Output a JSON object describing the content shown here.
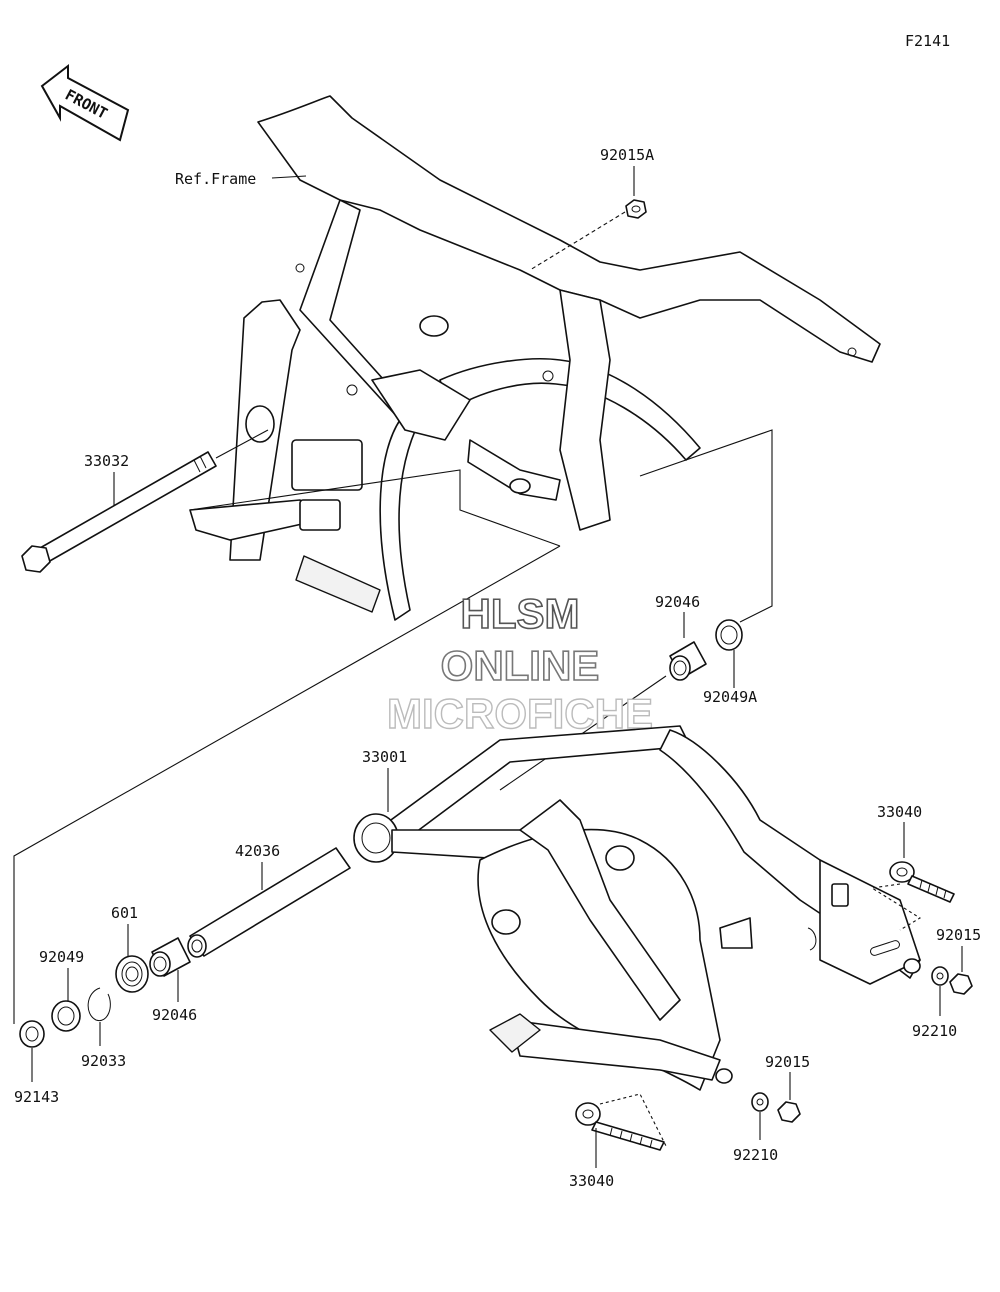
{
  "figure_id": "F2141",
  "front_label": "FRONT",
  "watermark": {
    "line1": "HLSM",
    "line2": "ONLINE",
    "line3": "MICROFICHE"
  },
  "callouts": {
    "ref_frame": "Ref.Frame",
    "p92015A": "92015A",
    "p33032": "33032",
    "p92046_top": "92046",
    "p92049A": "92049A",
    "p33001": "33001",
    "p42036": "42036",
    "p601": "601",
    "p92049": "92049",
    "p92046_low": "92046",
    "p92033": "92033",
    "p92143": "92143",
    "p33040_right": "33040",
    "p92015_right": "92015",
    "p92210_right": "92210",
    "p92015_bottom": "92015",
    "p92210_bottom": "92210",
    "p33040_bottom": "33040"
  }
}
